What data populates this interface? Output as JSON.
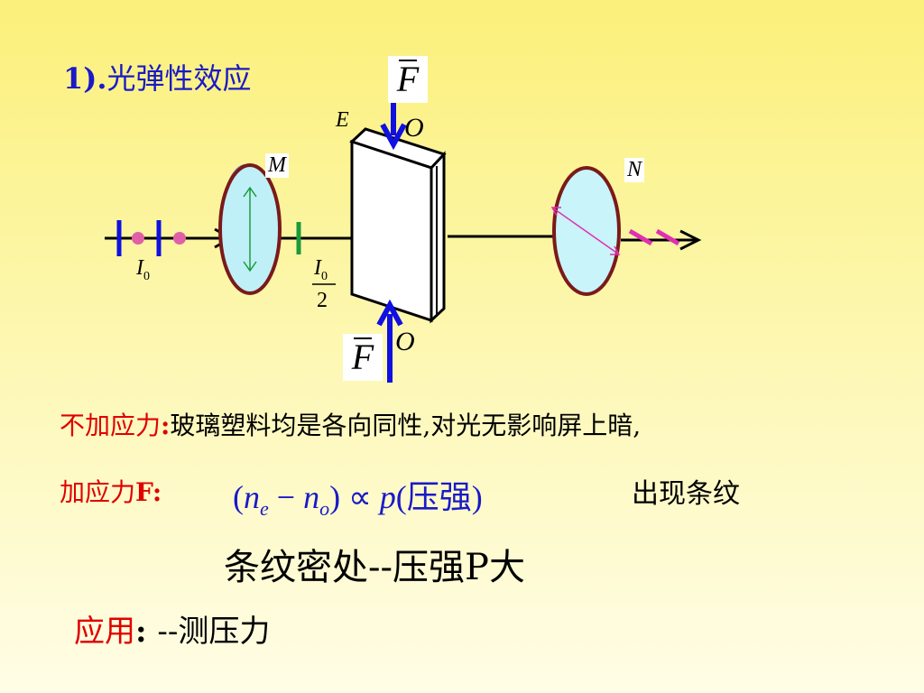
{
  "title": {
    "number": "1).",
    "text": "光弹性效应"
  },
  "diagram": {
    "labels": {
      "E": "E",
      "M": "M",
      "N": "N",
      "O_top": "O",
      "O_bottom": "O",
      "I0": "I",
      "I0_sub": "0",
      "I0_half_num": "I",
      "I0_half_sub": "0",
      "I0_half_den": "2",
      "F_top": "F",
      "F_bottom": "F"
    },
    "colors": {
      "lens_border": "#7a1a1a",
      "lens_fill_M": "#bff0f8",
      "lens_fill_N": "#c8f4fa",
      "arrow_blue": "#1010e0",
      "pink": "#e0309a",
      "green": "#1a9a3a"
    }
  },
  "line1": {
    "label": "不加应力",
    "colon": ":",
    "text": "玻璃塑料均是各向同性,对光无影响屏上暗,"
  },
  "line2": {
    "label": "加应力",
    "bold": "F:",
    "formula_open": "(",
    "n1": "n",
    "sub_e": "e",
    "minus": " − ",
    "n2": "n",
    "sub_o": "o",
    "formula_mid": ") ∝ ",
    "p": "p",
    "formula_tail": "(压强)",
    "fringe": "出现条纹"
  },
  "line3": {
    "text": "条纹密处--压强P大"
  },
  "line4": {
    "label": "应用",
    "colon": ": ",
    "text": "--测压力"
  }
}
